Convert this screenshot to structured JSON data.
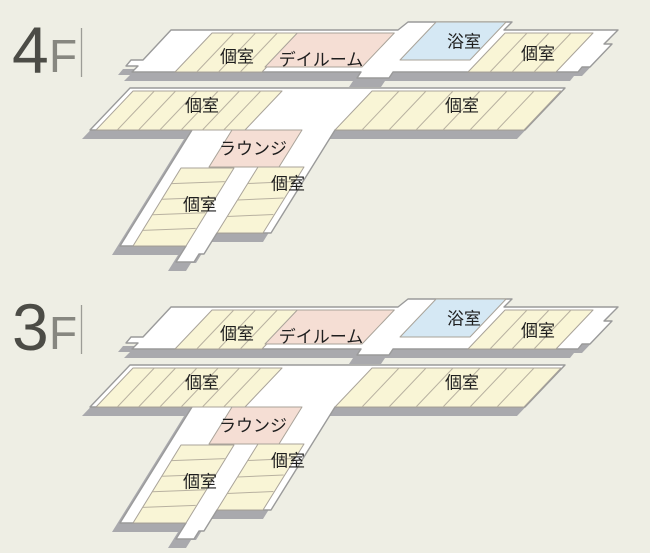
{
  "background_color": "#eeeee4",
  "colors": {
    "floor_fill": "#ffffff",
    "floor_outline": "#9a9a9a",
    "shadow": "#a9a9ad",
    "room_outline": "#a9a399",
    "room_divider": "#b8b1a0",
    "label_text": "#1e1e1e",
    "floor_number": "#4c4c46",
    "floor_suffix": "#878780",
    "separator_line": "#9c9c96"
  },
  "room_colors": {
    "private": "#f9f5d6",
    "dayroom": "#f5ded4",
    "bath": "#d5e8f4",
    "lounge": "#f5ded4"
  },
  "room_labels": {
    "private": "個室",
    "dayroom": "デイルーム",
    "bath": "浴室",
    "lounge": "ラウンジ"
  },
  "floors": [
    {
      "id": "4f",
      "label_number": "4",
      "label_suffix": "F",
      "room_keys": [
        "private",
        "dayroom",
        "bath",
        "private",
        "private",
        "private",
        "lounge",
        "private",
        "private"
      ]
    },
    {
      "id": "3f",
      "label_number": "3",
      "label_suffix": "F",
      "room_keys": [
        "private",
        "dayroom",
        "bath",
        "private",
        "private",
        "private",
        "lounge",
        "private",
        "private"
      ]
    }
  ]
}
